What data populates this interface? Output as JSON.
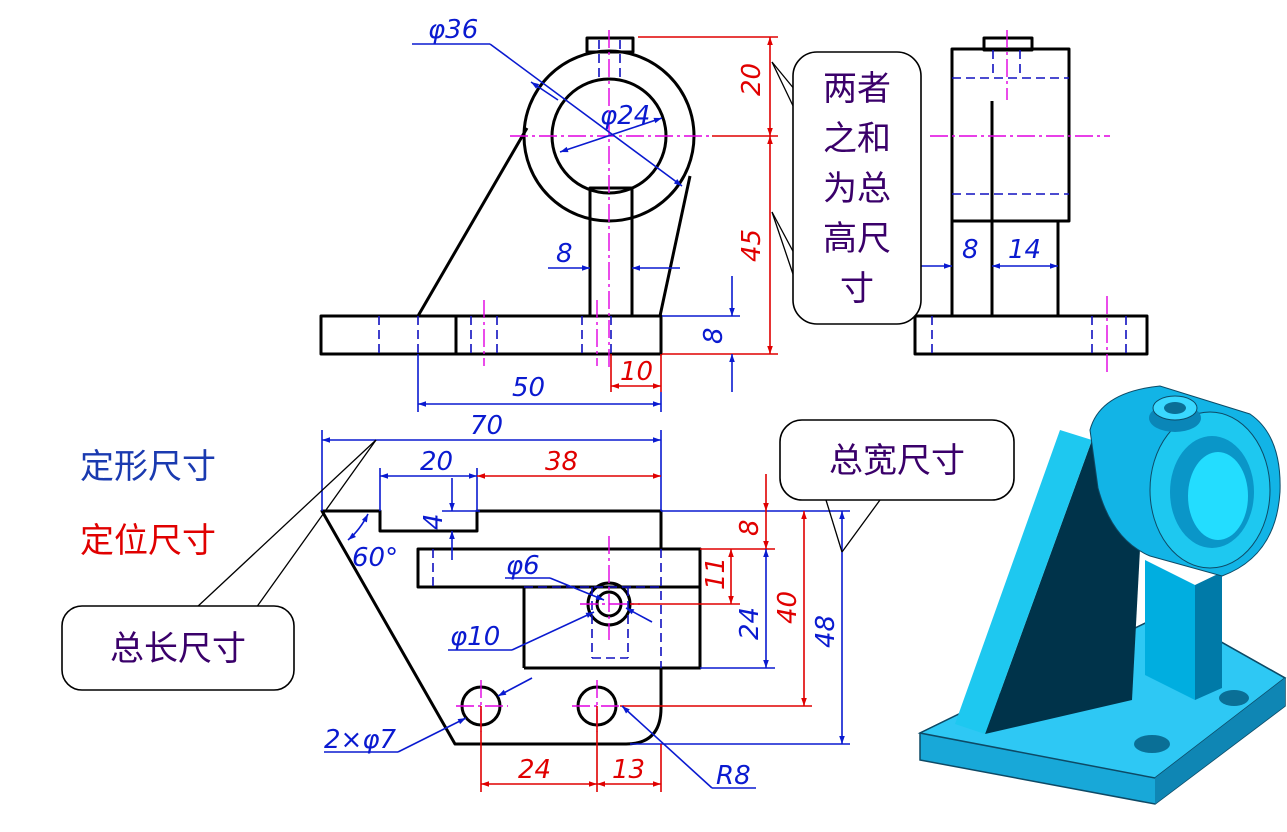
{
  "dimensions": {
    "front": {
      "phi36": "φ36",
      "phi24": "φ24",
      "h20": "20",
      "h45": "45",
      "w8": "8",
      "t8": "8",
      "d10": "10",
      "d50": "50"
    },
    "side": {
      "w8": "8",
      "w14": "14"
    },
    "top": {
      "d70": "70",
      "d20": "20",
      "d38": "38",
      "d4": "4",
      "a60": "60°",
      "phi6": "φ6",
      "phi10": "φ10",
      "d8": "8",
      "d11": "11",
      "d24v": "24",
      "d40": "40",
      "d48": "48",
      "holes": "2×φ7",
      "d24h": "24",
      "d13": "13",
      "r8": "R8"
    }
  },
  "callouts": {
    "height_note": [
      "两者",
      "之和",
      "为总",
      "高尺",
      "寸"
    ],
    "total_width": "总宽尺寸",
    "total_length": "总长尺寸"
  },
  "legend": {
    "shape": "定形尺寸",
    "position": "定位尺寸"
  },
  "colors": {
    "shape_dims": "#0a1ad0",
    "position_dims": "#e00000",
    "model": "#1ec8f0"
  }
}
